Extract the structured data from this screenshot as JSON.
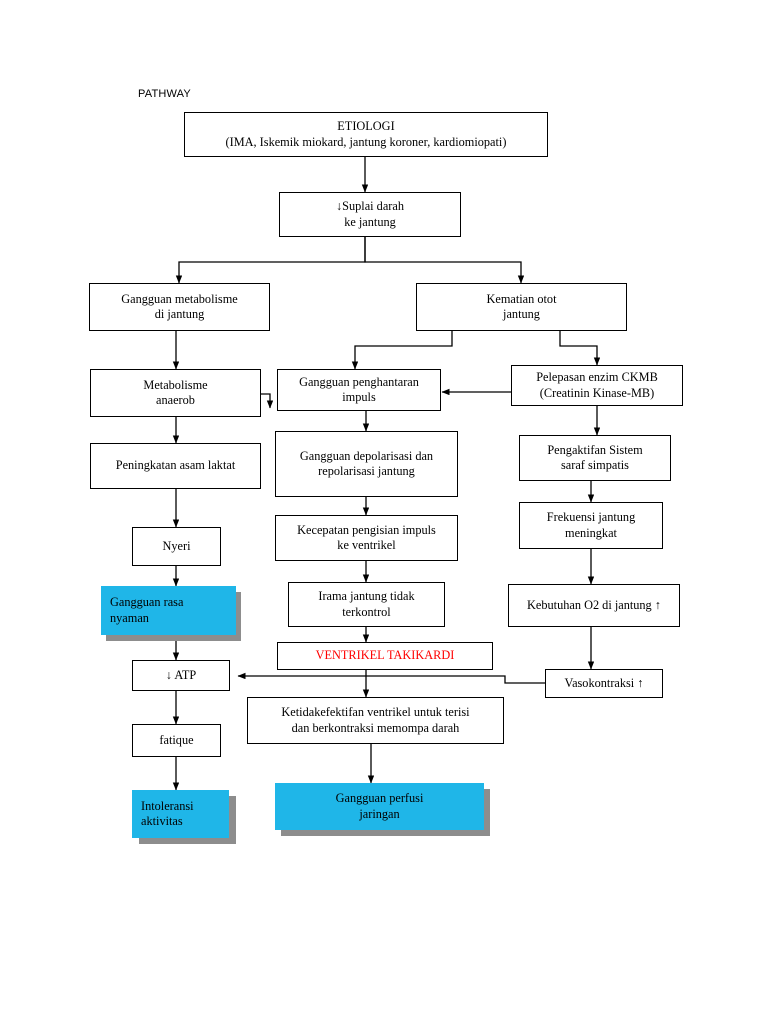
{
  "page": {
    "title_label": "PATHWAY"
  },
  "nodes": [
    {
      "id": "etiologi",
      "text": "ETIOLOGI\n(IMA, Iskemik miokard, jantung koroner, kardiomiopati)",
      "style": "plain"
    },
    {
      "id": "suplai",
      "text": "↓Suplai darah\nke jantung",
      "style": "plain"
    },
    {
      "id": "gangguan-metabolisme",
      "text": "Gangguan metabolisme\ndi jantung",
      "style": "plain"
    },
    {
      "id": "kematian-otot",
      "text": "Kematian otot\njantung",
      "style": "plain"
    },
    {
      "id": "metabolisme-anaerob",
      "text": "Metabolisme\nanaerob",
      "style": "plain"
    },
    {
      "id": "gangguan-penghantaran",
      "text": "Gangguan penghantaran\nimpuls",
      "style": "plain"
    },
    {
      "id": "pelepasan-ckmb",
      "text": "Pelepasan enzim CKMB\n(Creatinin Kinase-MB)",
      "style": "plain"
    },
    {
      "id": "peningkatan-laktat",
      "text": "Peningkatan asam laktat",
      "style": "plain"
    },
    {
      "id": "gangguan-depolarisasi",
      "text": "Gangguan depolarisasi dan\nrepolarisasi jantung",
      "style": "plain"
    },
    {
      "id": "pengaktifan-simpatis",
      "text": "Pengaktifan Sistem\nsaraf simpatis",
      "style": "plain"
    },
    {
      "id": "nyeri",
      "text": "Nyeri",
      "style": "plain"
    },
    {
      "id": "kecepatan-pengisian",
      "text": "Kecepatan pengisian impuls\nke ventrikel",
      "style": "plain"
    },
    {
      "id": "frekuensi-jantung",
      "text": "Frekuensi jantung\nmeningkat",
      "style": "plain"
    },
    {
      "id": "gangguan-rasa-nyaman",
      "text": "Gangguan rasa\nnyaman",
      "style": "cyan"
    },
    {
      "id": "irama-jantung",
      "text": "Irama jantung tidak\nterkontrol",
      "style": "plain"
    },
    {
      "id": "kebutuhan-o2",
      "text": "Kebutuhan O2 di jantung ↑",
      "style": "plain"
    },
    {
      "id": "ventrikel-takikardi",
      "text": "VENTRIKEL TAKIKARDI",
      "style": "red"
    },
    {
      "id": "atp",
      "text": "↓ ATP",
      "style": "plain"
    },
    {
      "id": "vasokontraksi",
      "text": "Vasokontraksi ↑",
      "style": "plain"
    },
    {
      "id": "ketidakefektifan",
      "text": "Ketidakefektifan ventrikel untuk terisi\ndan berkontraksi memompa darah",
      "style": "plain"
    },
    {
      "id": "fatique",
      "text": "fatique",
      "style": "plain"
    },
    {
      "id": "intoleransi",
      "text": "Intoleransi\naktivitas",
      "style": "cyan"
    },
    {
      "id": "gangguan-perfusi",
      "text": "Gangguan perfusi\njaringan",
      "style": "cyan-center"
    }
  ],
  "colors": {
    "cyan_fill": "#1fb6e8",
    "shadow": "#8d8d8d",
    "red_text": "#ff0000",
    "border": "#000000"
  }
}
